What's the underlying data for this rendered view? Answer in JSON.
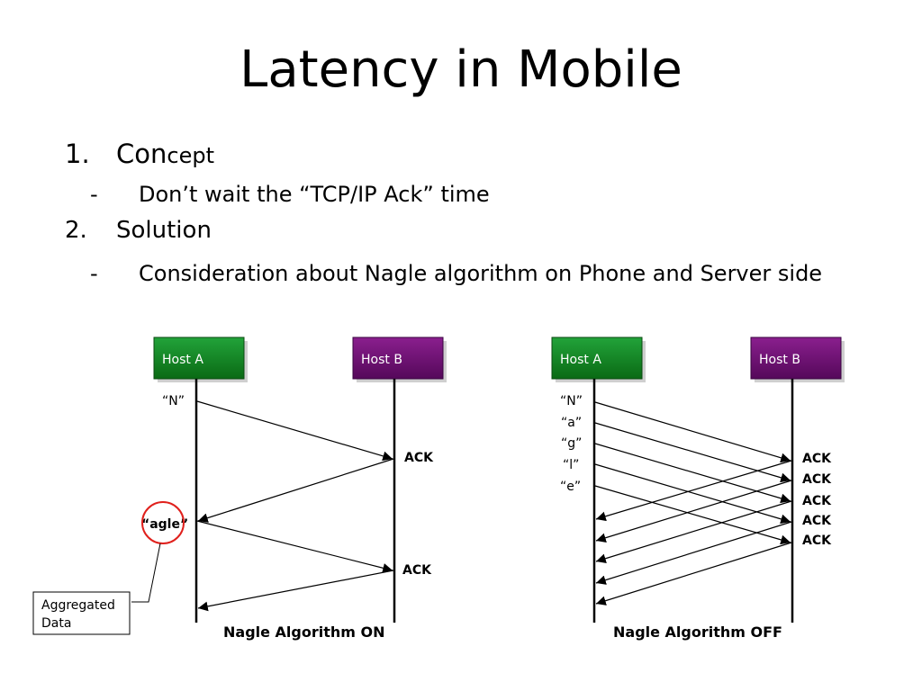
{
  "title": "Latency in Mobile",
  "bullets": {
    "item1": {
      "marker": "1.",
      "text_main": "Con",
      "text_small": "cept"
    },
    "item1_sub": {
      "marker": "-",
      "text": "Don’t wait the “TCP/IP Ack” time"
    },
    "item2": {
      "marker": "2.",
      "text": "Solution"
    },
    "item2_sub": {
      "marker": "-",
      "text": "Consideration about Nagle algorithm on Phone and Server side"
    }
  },
  "diagram_on": {
    "host_a": "Host A",
    "host_b": "Host B",
    "msg_n": "“N”",
    "ack1": "ACK",
    "msg_agle": "“agle”",
    "ack2": "ACK",
    "callout": [
      "Aggregated",
      "Data"
    ],
    "caption": "Nagle Algorithm ON"
  },
  "diagram_off": {
    "host_a": "Host A",
    "host_b": "Host B",
    "msgs": [
      "“N”",
      "“a”",
      "“g”",
      "“l”",
      "“e”"
    ],
    "acks": [
      "ACK",
      "ACK",
      "ACK",
      "ACK",
      "ACK"
    ],
    "caption": "Nagle Algorithm OFF"
  },
  "colors": {
    "host_a_fill": "#0a7a1a",
    "host_b_fill": "#6a0a6e",
    "highlight_circle": "#e0201c"
  }
}
